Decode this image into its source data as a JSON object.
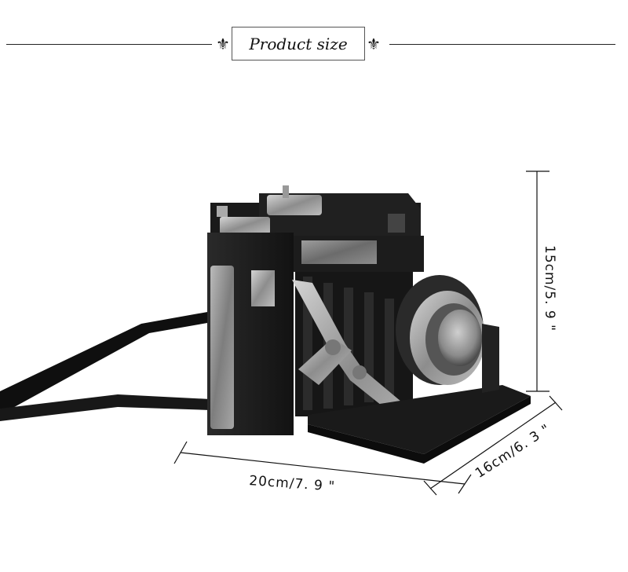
{
  "header": {
    "title": "Product size",
    "ornament": "⚜"
  },
  "dimensions": {
    "width": "20cm/7. 9 \"",
    "depth": "16cm/6. 3 \"",
    "height": "15cm/5. 9 \""
  },
  "colors": {
    "background": "#ffffff",
    "camera_body": "#1b1b1b",
    "metal": "#a7a7a7",
    "line": "#111111"
  }
}
